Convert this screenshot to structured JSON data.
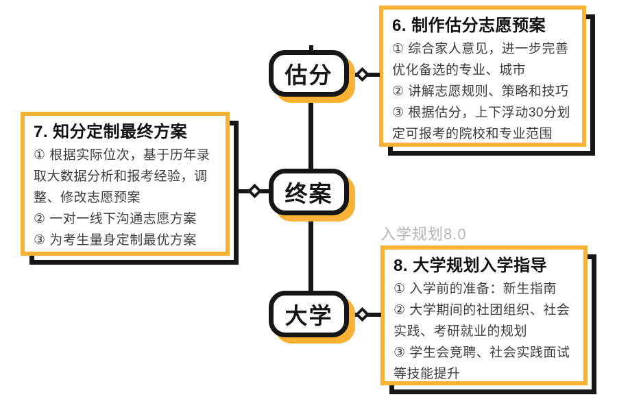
{
  "colors": {
    "amber": "#F9B234",
    "ink": "#161616",
    "body_text": "#3d3d3d",
    "watermark_gray": "#b5b5b5"
  },
  "watermark": "入学规划8.0",
  "nodes": [
    {
      "label": "估分"
    },
    {
      "label": "终案"
    },
    {
      "label": "大学"
    }
  ],
  "boxes": [
    {
      "title": "6. 制作估分志愿预案",
      "items": [
        "① 综合家人意见，进一步完善优化备选的专业、城市",
        "② 讲解志愿规则、策略和技巧",
        "③ 根据估分，上下浮动30分划定可报考的院校和专业范围"
      ]
    },
    {
      "title": "7. 知分定制最终方案",
      "items": [
        "① 根据实际位次，基于历年录取大数据分析和报考经验，调整、修改志愿预案",
        "② 一对一线下沟通志愿方案",
        "③ 为考生量身定制最优方案"
      ]
    },
    {
      "title": "8. 大学规划入学指导",
      "items": [
        "① 入学前的准备：新生指南",
        "② 大学期间的社团组织、社会实践、考研就业的规划",
        "③ 学生会竞聘、社会实践面试等技能提升"
      ]
    }
  ]
}
